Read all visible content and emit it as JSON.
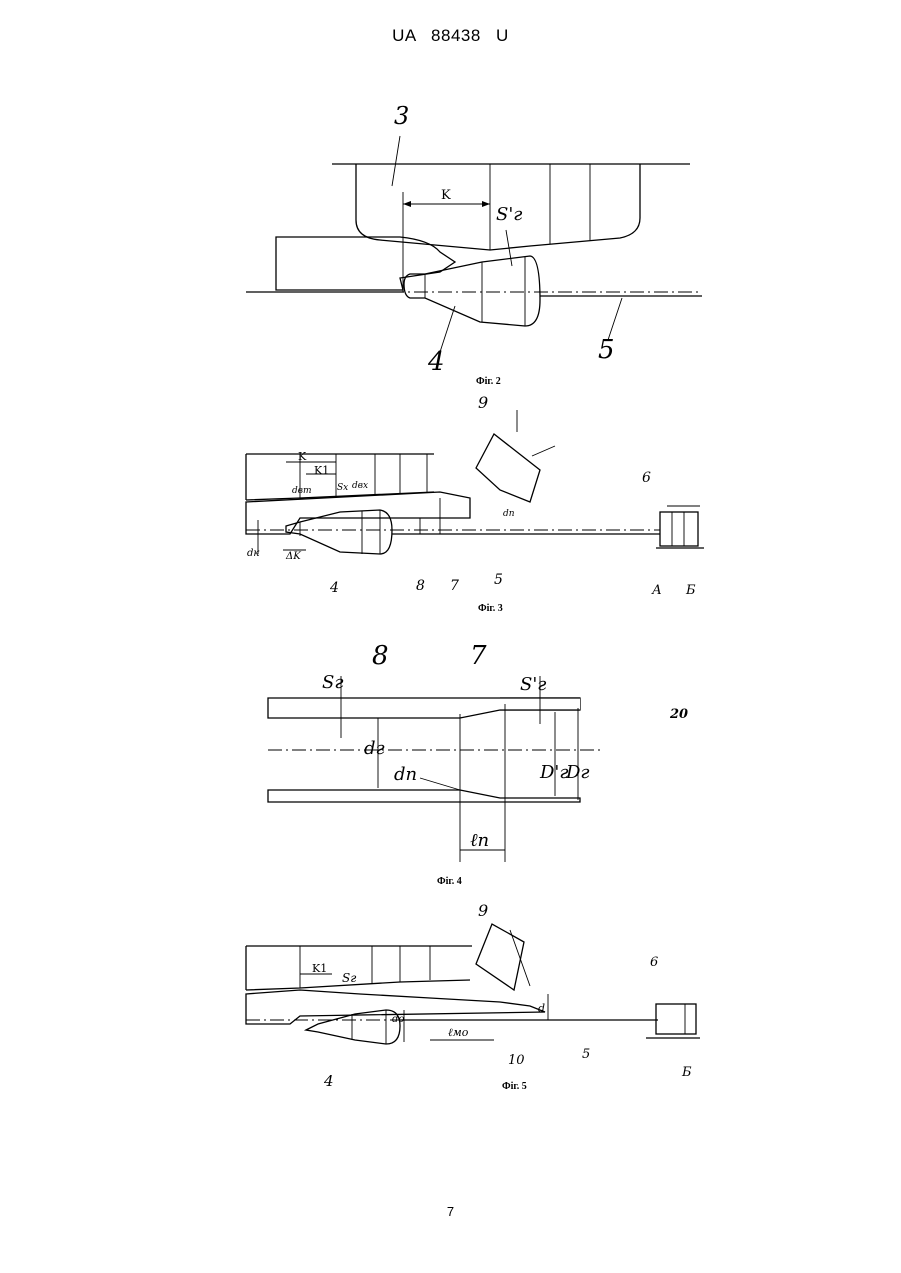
{
  "document": {
    "header": "UA 88438 U",
    "page_number": "7"
  },
  "colors": {
    "ink": "#000000",
    "paper": "#ffffff"
  },
  "figures": [
    {
      "caption": "Фіг. 2",
      "labels": {
        "roll": "3",
        "dimension_k": "K",
        "gap": "S'г",
        "mandrel": "4",
        "rod": "5"
      }
    },
    {
      "caption": "Фіг. 3",
      "labels": {
        "k": "K",
        "k1": "K1",
        "delta_k": "ΔK",
        "d_k": "dк",
        "d_bt": "dвт",
        "s_x": "Sх",
        "d_bx": "dвх",
        "roller": "9",
        "d_n": "dп",
        "stop": "6",
        "mandrel": "4",
        "tube": "8",
        "end": "7",
        "rod": "5",
        "point_a": "А",
        "point_b": "Б"
      }
    },
    {
      "caption": "Фіг. 4",
      "labels": {
        "tube": "8",
        "end": "7",
        "s_g": "Sг",
        "s_g_prime": "S'г",
        "d_g": "dг",
        "d_n": "dп",
        "d_prime": "D'г",
        "d_big": "Dг",
        "l_n": "ℓп",
        "ref": "20"
      }
    },
    {
      "caption": "Фіг. 5",
      "labels": {
        "k1": "K1",
        "s_g": "Sг",
        "d_0": "dо",
        "l_mo": "ℓмо",
        "d": "d",
        "roller": "9",
        "stop": "6",
        "mandrel": "4",
        "part": "10",
        "rod": "5",
        "point_b": "Б"
      }
    }
  ]
}
